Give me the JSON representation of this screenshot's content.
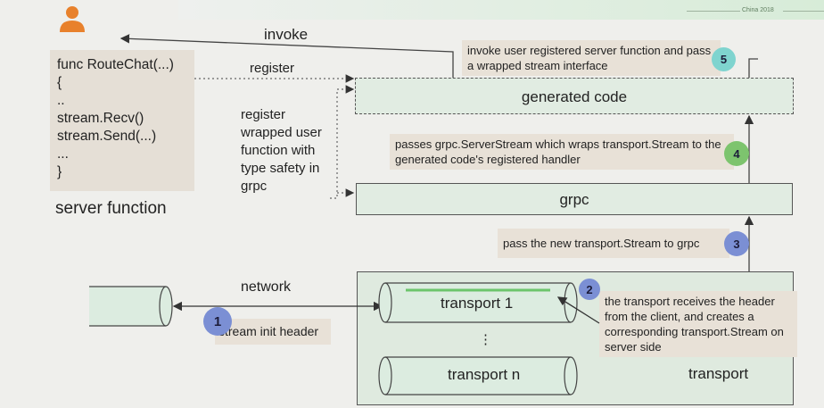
{
  "colors": {
    "background": "#efefec",
    "box_green": "#e1ece2",
    "note_beige": "#e8e1d7",
    "accent_orange": "#e8812c",
    "badge_blue": "#7b8fd4",
    "badge_teal": "#7fd4cf",
    "badge_green": "#7dc46e"
  },
  "top_right": {
    "caption": "China 2018"
  },
  "icons": {
    "user": "user-icon"
  },
  "server_code": {
    "lines": [
      "func RouteChat(...)",
      "{",
      "..",
      "stream.Recv()",
      "stream.Send(...)",
      "...",
      "}"
    ]
  },
  "server_label": "server function",
  "edges": {
    "invoke": "invoke",
    "register": "register",
    "register_wrapped": [
      "register",
      "wrapped user",
      "function with",
      "type safety in",
      "grpc"
    ],
    "network": "network"
  },
  "boxes": {
    "generated_code": "generated code",
    "grpc": "grpc",
    "transport_1": "transport 1",
    "transport_dots": "⋮",
    "transport_n": "transport n",
    "transport_group": "transport"
  },
  "steps": [
    {
      "num": "1",
      "text": "stream init header"
    },
    {
      "num": "2",
      "text": "the transport receives the header from the client, and creates a corresponding transport.Stream on server side"
    },
    {
      "num": "3",
      "text": "pass the new transport.Stream to grpc"
    },
    {
      "num": "4",
      "text": "passes grpc.ServerStream which wraps transport.Stream to the generated code's registered handler"
    },
    {
      "num": "5",
      "text": "invoke user registered server function and pass a wrapped stream interface"
    }
  ]
}
